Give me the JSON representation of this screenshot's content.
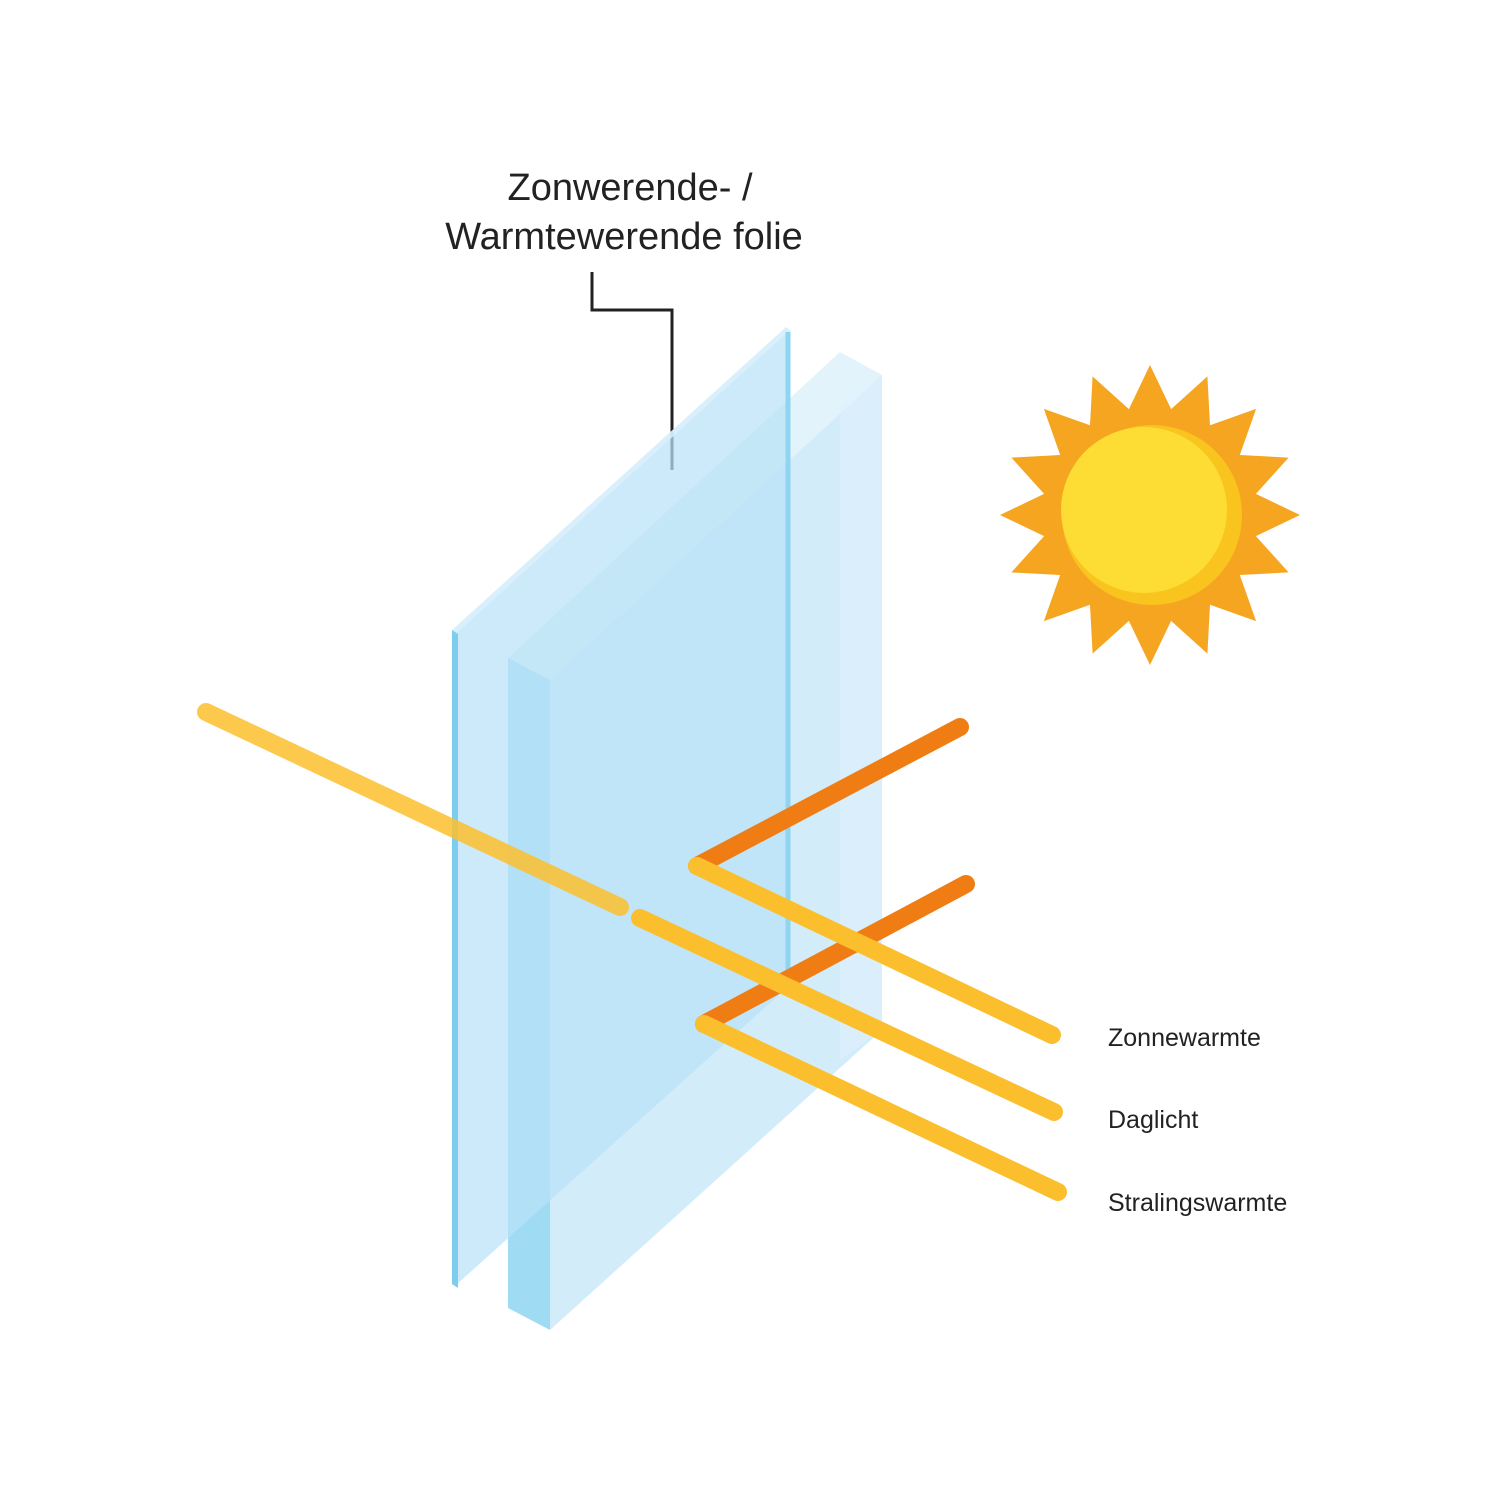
{
  "title": {
    "line1": "Zonwerende- /",
    "line2": "Warmtewerende folie"
  },
  "legend": {
    "items": [
      {
        "label": "Zonnewarmte"
      },
      {
        "label": "Daglicht"
      },
      {
        "label": "Stralingswarmte"
      }
    ]
  },
  "colors": {
    "ray_yellow": "#fbbf2d",
    "ray_orange": "#f07d14",
    "sun_rays": "#f5a51f",
    "sun_core": "#fddc34",
    "sun_core_shade": "#f9c41e",
    "glass_face": "#b8e2f7",
    "glass_edge": "#8fd5f2",
    "glass_top": "#d7effc",
    "leader_line": "#222222"
  },
  "icons": {
    "sun": "sun-icon",
    "glass": "double-glazing-icon"
  }
}
